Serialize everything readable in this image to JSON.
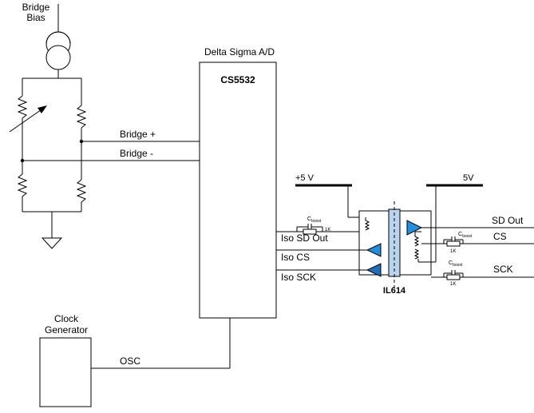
{
  "bridge": {
    "title_line1": "Bridge",
    "title_line2": "Bias",
    "plus_label": "Bridge +",
    "minus_label": "Bridge -"
  },
  "adc": {
    "heading": "Delta Sigma A/D",
    "part": "CS5532"
  },
  "clock": {
    "line1": "Clock",
    "line2": "Generator",
    "signal": "OSC"
  },
  "isolator": {
    "part": "IL614",
    "supply_left": "+5 V",
    "supply_right": "5V",
    "iso_sd_out": "Iso SD Out",
    "iso_cs": "Iso CS",
    "iso_sck": "Iso SCK",
    "sd_out": "SD Out",
    "cs": "CS",
    "sck": "SCK",
    "cboost": "C",
    "cboost_sub": "boost",
    "resistor_value": "1K",
    "accent_color": "#1f8fe0",
    "barrier_color": "#b8d4ee"
  }
}
